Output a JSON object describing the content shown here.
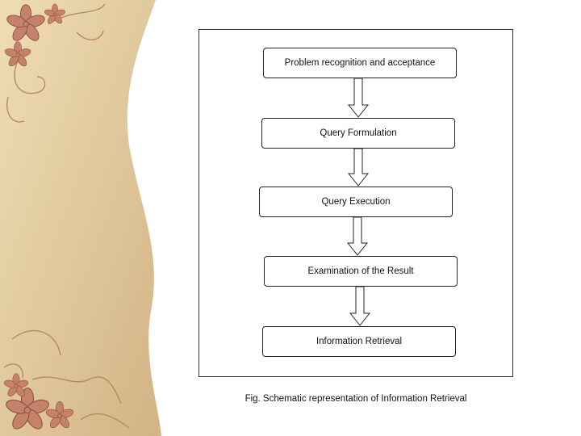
{
  "theme": {
    "parchment_light": "#EFDDB6",
    "parchment_dark": "#D2B384",
    "flower_fill": "#C5826A",
    "flower_stroke": "#8E4A37",
    "swirl_stroke": "#B58A5C"
  },
  "decor": {
    "flower_icon": "flower-icon",
    "swirl_icon": "swirl-icon"
  },
  "diagram": {
    "steps": [
      {
        "label": "Problem recognition and acceptance"
      },
      {
        "label": "Query Formulation"
      },
      {
        "label": "Query Execution"
      },
      {
        "label": "Examination of the Result"
      },
      {
        "label": "Information Retrieval"
      }
    ],
    "arrow_icon": "down-arrow-icon"
  },
  "caption": "Fig. Schematic representation of Information Retrieval"
}
